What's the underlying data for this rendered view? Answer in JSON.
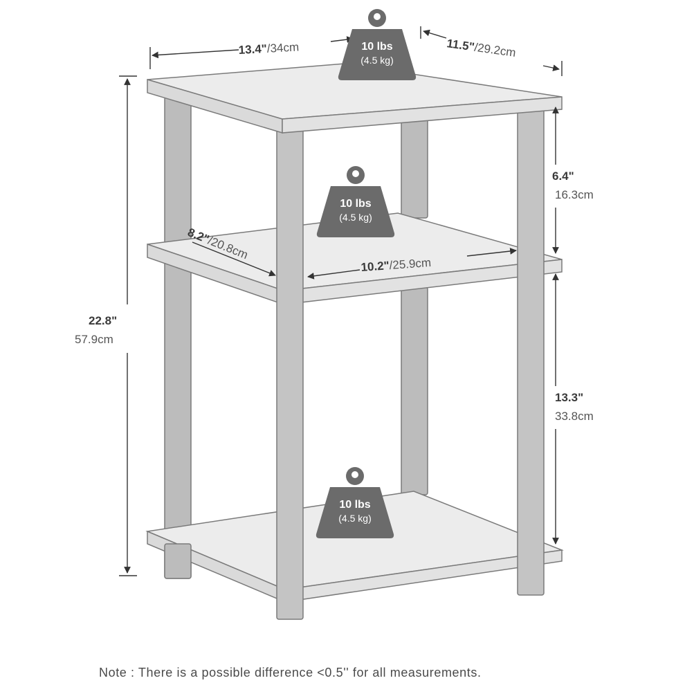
{
  "dimensions": {
    "top_width": {
      "imperial": "13.4\"",
      "metric": "/34cm"
    },
    "top_depth": {
      "imperial": "11.5\"",
      "metric": "/29.2cm"
    },
    "total_height": {
      "imperial": "22.8\"",
      "metric": "57.9cm"
    },
    "upper_gap": {
      "imperial": "6.4\"",
      "metric": "16.3cm"
    },
    "lower_gap": {
      "imperial": "13.3\"",
      "metric": "33.8cm"
    },
    "inner_depth": {
      "imperial": "8.2\"",
      "metric": "/20.8cm"
    },
    "inner_width": {
      "imperial": "10.2\"",
      "metric": "/25.9cm"
    }
  },
  "weights": [
    {
      "shelf": "top",
      "lbs": "10 lbs",
      "kg": "(4.5 kg)"
    },
    {
      "shelf": "middle",
      "lbs": "10 lbs",
      "kg": "(4.5 kg)"
    },
    {
      "shelf": "bottom",
      "lbs": "10 lbs",
      "kg": "(4.5 kg)"
    }
  ],
  "note": "Note : There is a possible difference <0.5'' for all measurements.",
  "colors": {
    "shelf": "#e8e8e8",
    "post": "#bcbcbc",
    "outline": "#7a7a7a",
    "weight": "#6b6b6b",
    "dim_line": "#333333"
  }
}
